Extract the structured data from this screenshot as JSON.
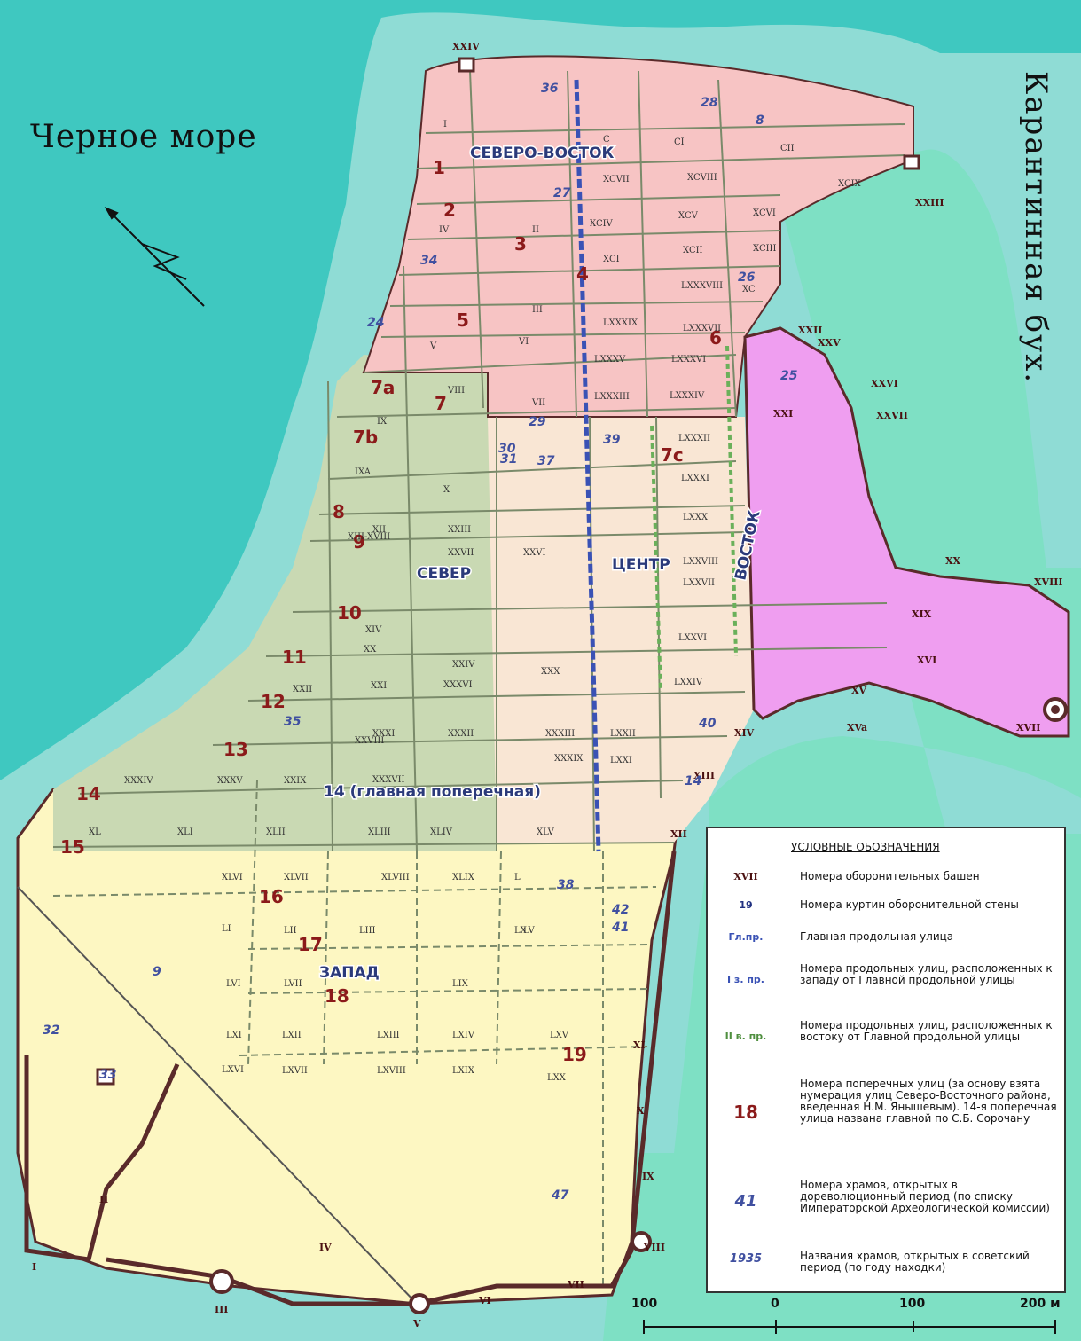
{
  "sea_name": "Черное море",
  "bay_name": "Карантинная бух.",
  "districts": {
    "northeast": "СЕВЕРО-ВОСТОК",
    "north": "СЕВЕР",
    "center": "ЦЕНТР",
    "west": "ЗАПАД",
    "east": "ВОСТОК",
    "main_cross_street": "14 (главная поперечная)"
  },
  "colors": {
    "sea": "#3fc8c0",
    "coast": "#8fdcd5",
    "shore": "#7ee0c4",
    "northeast": "#f7c4c4",
    "north": "#c9d9b3",
    "center": "#f9e6d4",
    "west": "#fdf7c2",
    "east": "#ef9ef0",
    "wall": "#5a2a2a",
    "main_street": "#3a52b5",
    "east_street": "#6ab05a"
  },
  "legend": {
    "title": "УСЛОВНЫЕ ОБОЗНАЧЕНИЯ",
    "items": [
      {
        "symbol": "XVII",
        "text": "Номера оборонительных башен"
      },
      {
        "symbol": "19",
        "text": "Номера куртин оборонительной стены"
      },
      {
        "symbol": "Гл.пр.",
        "text": "Главная продольная улица"
      },
      {
        "symbol": "I з. пр.",
        "text": "Номера продольных улиц, расположенных к западу от Главной продольной улицы"
      },
      {
        "symbol": "II в. пр.",
        "text": "Номера продольных улиц, расположенных к востоку от Главной продольной улицы"
      },
      {
        "symbol": "18",
        "text": "Номера поперечных улиц (за основу взята нумерация улиц Северо-Восточного района, введенная Н.М. Янышевым). 14-я поперечная улица названа главной по С.Б. Сорочану"
      },
      {
        "symbol": "41",
        "text": "Номера храмов, открытых в дореволюционный период (по списку Императорской Археологической комиссии)"
      },
      {
        "symbol": "1935",
        "text": "Названия храмов, открытых в советский период (по году находки)"
      }
    ]
  },
  "scale": {
    "labels": [
      "100",
      "0",
      "100",
      "200 м"
    ]
  },
  "street_numbers": [
    "1",
    "2",
    "3",
    "4",
    "5",
    "6",
    "7",
    "7a",
    "7b",
    "7c",
    "8",
    "9",
    "10",
    "11",
    "12",
    "13",
    "14",
    "15",
    "16",
    "17",
    "18",
    "19"
  ],
  "tower_numbers": [
    "I",
    "II",
    "III",
    "IV",
    "V",
    "VI",
    "VII",
    "VIII",
    "IX",
    "X",
    "XI",
    "XII",
    "XIII",
    "XIV",
    "XV",
    "XVa",
    "XVI",
    "XVII",
    "XVIII",
    "XIX",
    "XX",
    "XXI",
    "XXII",
    "XXIII",
    "XXIV",
    "XXV",
    "XXVI",
    "XXVII"
  ],
  "block_numbers": [
    "I",
    "II",
    "III",
    "IV",
    "V",
    "VI",
    "VII",
    "VIII",
    "IX",
    "IXA",
    "X",
    "XII",
    "XIII-XVIII",
    "XIV",
    "XX",
    "XXI",
    "XXII",
    "XXIII",
    "XXIV",
    "XXVI",
    "XXVII",
    "XXVIII",
    "XXIX",
    "XXX",
    "XXXI",
    "XXXII",
    "XXXIII",
    "XXXIV",
    "XXXV",
    "XXXVI",
    "XXXVII",
    "XXXIX",
    "XL",
    "XLI",
    "XLII",
    "XLIII",
    "XLIV",
    "XLV",
    "XLVI",
    "XLVII",
    "XLVIII",
    "XLIX",
    "L",
    "LI",
    "LII",
    "LIII",
    "LV",
    "LVI",
    "LVII",
    "LIX",
    "LX",
    "LXI",
    "LXII",
    "LXIII",
    "LXIV",
    "LXV",
    "LXVI",
    "LXVII",
    "LXVIII",
    "LXIX",
    "LXX",
    "LXXI",
    "LXXII",
    "LXXIV",
    "LXXVI",
    "LXXVII",
    "LXXVIII",
    "LXXX",
    "LXXXI",
    "LXXXII",
    "LXXXIII",
    "LXXXIV",
    "LXXXV",
    "LXXXVI",
    "LXXXVII",
    "LXXXVIII",
    "LXXXIX",
    "XC",
    "XCI",
    "XCII",
    "XCIII",
    "XCIV",
    "XCV",
    "XCVI",
    "XCVII",
    "XCVIII",
    "XCIX",
    "C",
    "CI",
    "CII"
  ],
  "temple_numbers": [
    "8",
    "9",
    "14",
    "24",
    "25",
    "26",
    "27",
    "28",
    "29",
    "30",
    "31",
    "32",
    "33",
    "34",
    "35",
    "36",
    "37",
    "38",
    "39",
    "40",
    "41",
    "42",
    "47"
  ]
}
